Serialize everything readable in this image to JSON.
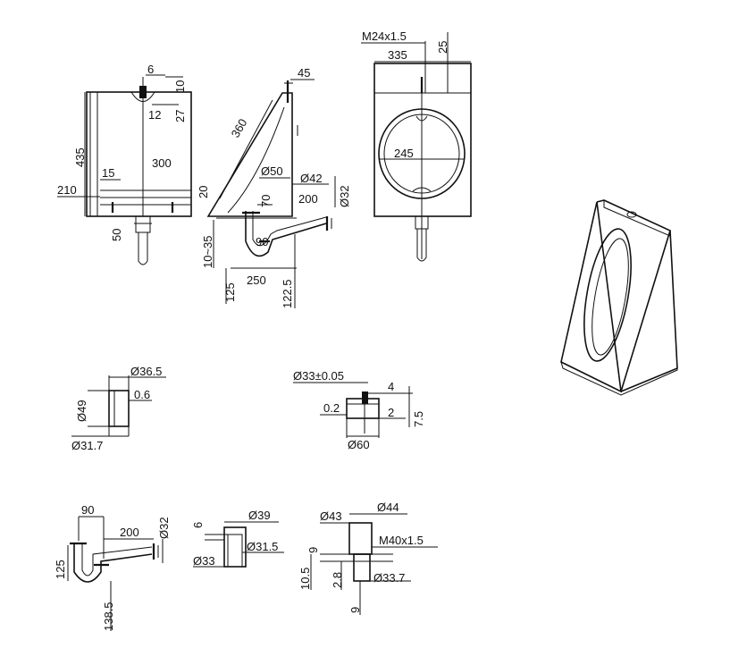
{
  "views": {
    "front": {
      "dims": {
        "top_w": "6",
        "top_h": "10",
        "inner_h": "27",
        "inner_w": "12",
        "height": "435",
        "inner_height": "300",
        "side": "15",
        "base": "210",
        "drain": "50"
      }
    },
    "side": {
      "dims": {
        "slant": "360",
        "top": "45",
        "d50": "Ø50",
        "d42": "Ø42",
        "d32": "Ø32",
        "horiz": "200",
        "offset": "20",
        "trap_w": "70",
        "elbow": "90",
        "adj": "10~35",
        "floor": "125",
        "trap_span": "250",
        "trap_drop": "122.5"
      }
    },
    "rear": {
      "dims": {
        "thread": "M24x1.5",
        "width": "335",
        "height_25": "25",
        "bowl": "245"
      }
    }
  },
  "details": {
    "connector": {
      "outer": "Ø36.5",
      "wall": "0.6",
      "height": "Ø49",
      "inner": "Ø31.7"
    },
    "flange": {
      "top": "Ø33±0.05",
      "d4": "4",
      "d02": "0.2",
      "d2": "2",
      "d75": "7.5",
      "bottom": "Ø60"
    },
    "trap": {
      "d90": "90",
      "d200": "200",
      "d32": "Ø32",
      "d125": "125",
      "d1385": "138.5"
    },
    "reducer": {
      "d6": "6",
      "d39": "Ø39",
      "d315": "Ø31.5",
      "d33": "Ø33"
    },
    "nut": {
      "d43": "Ø43",
      "d44": "Ø44",
      "d9a": "9",
      "thread": "M40x1.5",
      "d105": "10.5",
      "d28": "2.8",
      "d337": "Ø33.7",
      "d9b": "9"
    }
  }
}
